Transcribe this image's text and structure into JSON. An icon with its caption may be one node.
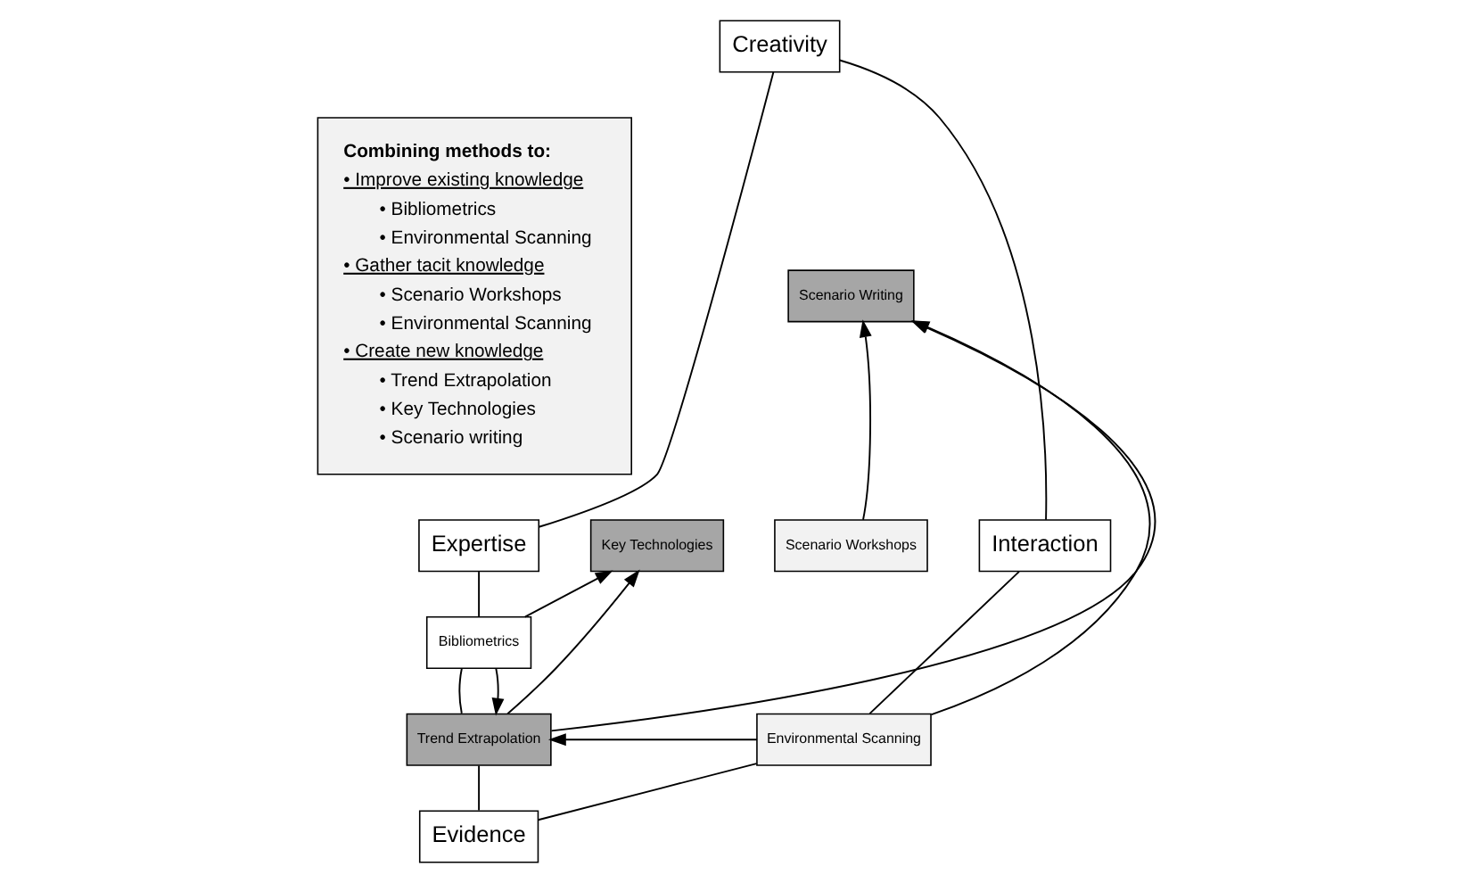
{
  "diagram": {
    "nodes": [
      {
        "text": [
          "Combining methods to:",
          "• Improve existing knowledge",
          "• Bibliometrics",
          "• Environmental Scanning",
          "• Gather tacit knowledge",
          "• Scenario Workshops",
          "• Environmental Scanning",
          "• Create new knowledge",
          "• Trend Extrapolation",
          "• Key Technologies",
          "• Scenario writing"
        ]
      },
      {
        "text": [
          "Creativity"
        ]
      },
      {
        "text": [
          "Expertise"
        ]
      },
      {
        "text": [
          "Interaction"
        ]
      },
      {
        "text": [
          "Evidence"
        ]
      },
      {
        "text": [
          "Scenario Writing"
        ]
      },
      {
        "text": [
          "Key Technologies"
        ]
      },
      {
        "text": [
          "Scenario Workshops"
        ]
      },
      {
        "text": [
          "Bibliometrics"
        ]
      },
      {
        "text": [
          "Environmental Scanning"
        ]
      },
      {
        "text": [
          "Trend Extrapolation"
        ]
      }
    ],
    "edges": [
      {
        "from": 1,
        "to": 2,
        "arrow": "none"
      },
      {
        "from": 2,
        "to": 8,
        "arrow": "none"
      },
      {
        "from": 8,
        "to": 10,
        "arrow": "none"
      },
      {
        "from": 10,
        "to": 4,
        "arrow": "none"
      },
      {
        "from": 4,
        "to": 9,
        "arrow": "none"
      },
      {
        "from": 9,
        "to": 3,
        "arrow": "none"
      },
      {
        "from": 3,
        "to": 1,
        "arrow": "none"
      },
      {
        "from": 7,
        "to": 5,
        "arrow": "to"
      },
      {
        "from": 9,
        "to": 5,
        "arrow": "to"
      },
      {
        "from": 10,
        "to": 5,
        "arrow": "to"
      },
      {
        "from": 10,
        "to": 6,
        "arrow": "to"
      },
      {
        "from": 8,
        "to": 6,
        "arrow": "to"
      },
      {
        "from": 8,
        "to": 10,
        "arrow": "to"
      },
      {
        "from": 9,
        "to": 10,
        "arrow": "to"
      }
    ]
  }
}
